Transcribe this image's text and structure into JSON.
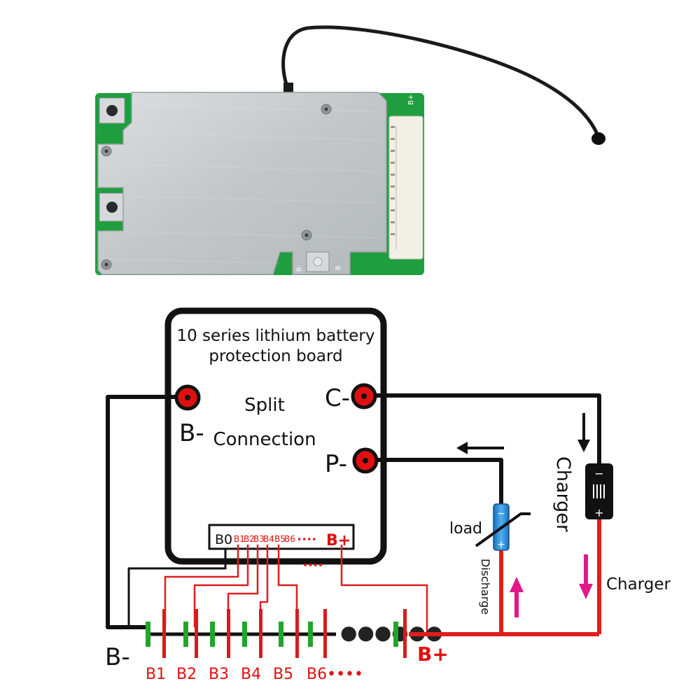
{
  "board": {
    "title_line1": "10 series lithium battery",
    "title_line2": "protection board",
    "center_line1": "Split",
    "center_line2": "Connection",
    "label_b_minus": "B-",
    "label_c_minus": "C-",
    "label_p_minus": "P-"
  },
  "connector": {
    "b0": "B0",
    "pins": [
      "B1",
      "B2",
      "B3",
      "B4",
      "B5",
      "B6"
    ],
    "ellipsis": "••••",
    "b_plus": "B+"
  },
  "pcb_silk": {
    "b_plus_top": "B+",
    "b_minus_bottom": "B-",
    "b_bottom_right": "B"
  },
  "cells": {
    "labels": [
      "B1",
      "B2",
      "B3",
      "B4",
      "B5"
    ],
    "last_label": "B6••••",
    "b_minus": "B-",
    "b_plus": "B+"
  },
  "load": {
    "label": "load",
    "discharge": "Discharge",
    "minus": "−",
    "plus": "+"
  },
  "charger": {
    "vertical_label": "Charger",
    "side_label": "Charger",
    "minus": "−",
    "plus": "+"
  },
  "colors": {
    "wire_black": "#111111",
    "wire_red": "#e11d1d",
    "terminal_red": "#e01010",
    "arrow_magenta": "#e0198a",
    "cell_green": "#22a52b",
    "cell_red": "#d81c1c",
    "pcb_green": "#1e9e3e",
    "heatsink": "#c7cbcd"
  }
}
